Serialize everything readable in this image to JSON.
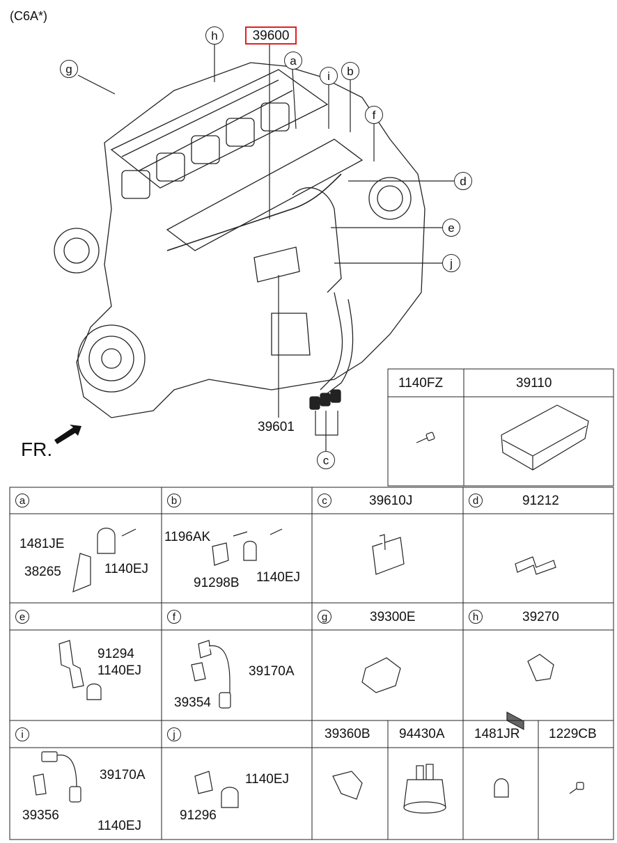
{
  "model_code": "(C6A*)",
  "main_part": "39600",
  "fr_label": "FR.",
  "callouts": {
    "a": "a",
    "b": "b",
    "c": "c",
    "d": "d",
    "e": "e",
    "f": "f",
    "g": "g",
    "h": "h",
    "i": "i",
    "j": "j"
  },
  "parts_39601": "39601",
  "top_table": {
    "col1_header": "1140FZ",
    "col2_header": "39110"
  },
  "row1": {
    "a": {
      "letter": "a",
      "parts": [
        "1481JE",
        "38265",
        "1140EJ"
      ]
    },
    "b": {
      "letter": "b",
      "parts": [
        "1196AK",
        "91298B",
        "1140EJ"
      ]
    },
    "c": {
      "letter": "c",
      "part": "39610J"
    },
    "d": {
      "letter": "d",
      "part": "91212"
    }
  },
  "row2": {
    "e": {
      "letter": "e",
      "parts": [
        "91294",
        "1140EJ"
      ]
    },
    "f": {
      "letter": "f",
      "parts": [
        "39170A",
        "39354"
      ]
    },
    "g": {
      "letter": "g",
      "part": "39300E"
    },
    "h": {
      "letter": "h",
      "part": "39270"
    }
  },
  "row3": {
    "i": {
      "letter": "i",
      "parts": [
        "39170A",
        "39356",
        "1140EJ"
      ]
    },
    "j": {
      "letter": "j",
      "parts": [
        "1140EJ",
        "91296"
      ]
    },
    "cols": [
      "39360B",
      "94430A",
      "1481JR",
      "1229CB"
    ]
  }
}
